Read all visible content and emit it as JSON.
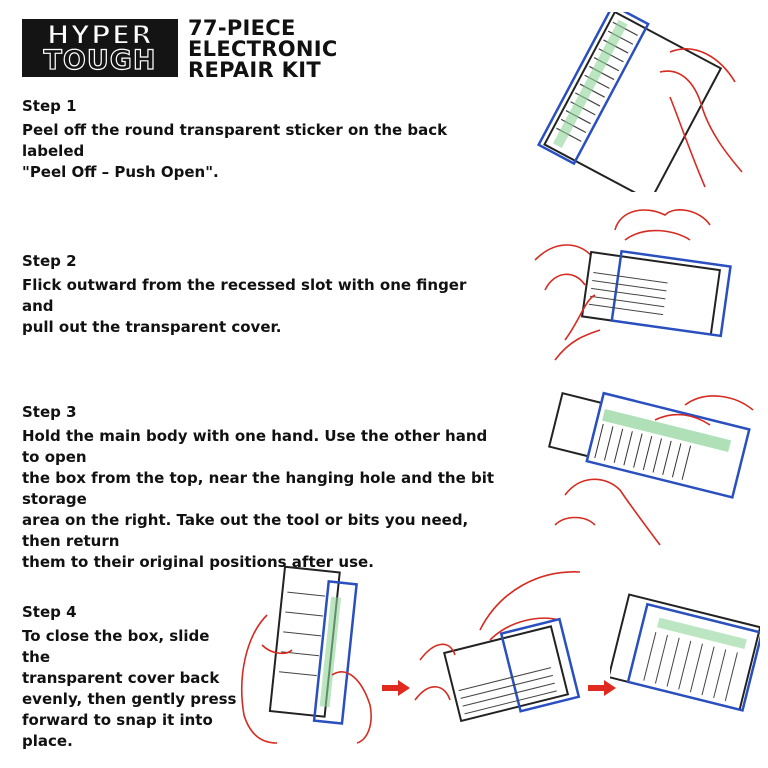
{
  "brand": {
    "line1": "HYPER",
    "line2": "TOUGH"
  },
  "title": {
    "line1": "77-PIECE",
    "line2": "ELECTRONIC",
    "line3": "REPAIR KIT"
  },
  "steps": [
    {
      "heading": "Step 1",
      "text": "Peel off the round transparent sticker on the back labeled\n\"Peel Off – Push Open\"."
    },
    {
      "heading": "Step 2",
      "text": "Flick outward from the recessed slot with one finger and\npull out the transparent cover."
    },
    {
      "heading": "Step 3",
      "text": "Hold the main body with one hand. Use the other hand to open\nthe box from the top, near the hanging hole and the bit storage\narea on the right. Take out the tool or bits you need, then return\nthem to their original positions after use."
    },
    {
      "heading": "Step 4",
      "text": "To close the box, slide the\ntransparent cover back\nevenly, then gently press\nforward to snap it into place."
    }
  ],
  "colors": {
    "hand_outline": "#d62b20",
    "case_outline": "#2a4fbf",
    "bits": "#8fd39a",
    "arrow": "#e02a1f"
  },
  "icons": [
    "hand-illustration",
    "case-illustration",
    "arrow-right-icon"
  ]
}
